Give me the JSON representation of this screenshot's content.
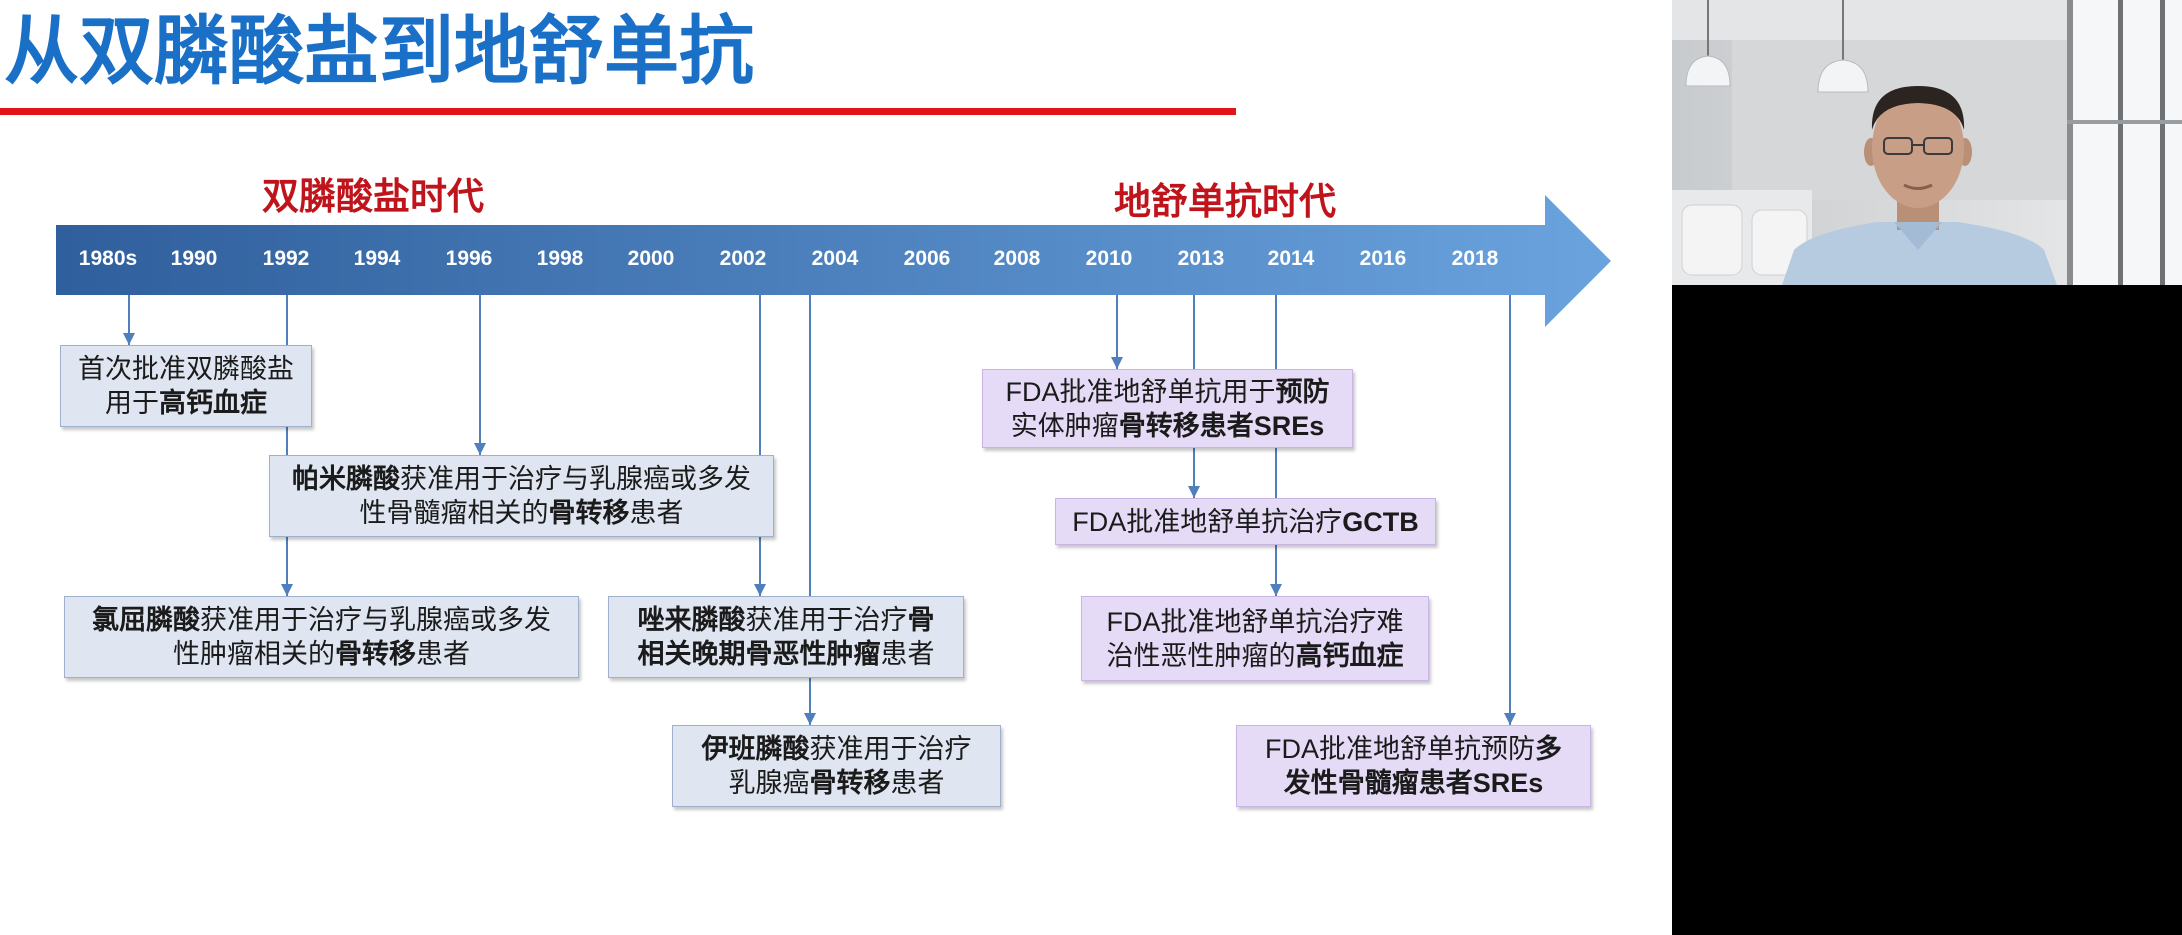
{
  "slide": {
    "title": "从双膦酸盐到地舒单抗",
    "eras": {
      "bisphosphonate": "双膦酸盐时代",
      "denosumab": "地舒单抗时代"
    },
    "years": [
      "1980s",
      "1990",
      "1992",
      "1994",
      "1996",
      "1998",
      "2000",
      "2002",
      "2004",
      "2006",
      "2008",
      "2010",
      "2013",
      "2014",
      "2016",
      "2018"
    ],
    "events": [
      {
        "lines": [
          [
            {
              "text": "首次批准双膦酸盐",
              "bold": false
            }
          ],
          [
            {
              "text": "用于",
              "bold": false
            },
            {
              "text": "高钙血症",
              "bold": true
            }
          ]
        ]
      },
      {
        "lines": [
          [
            {
              "text": "帕米膦酸",
              "bold": true
            },
            {
              "text": "获准用于治疗与乳腺癌或多发",
              "bold": false
            }
          ],
          [
            {
              "text": "性骨髓瘤相关的",
              "bold": false
            },
            {
              "text": "骨转移",
              "bold": true
            },
            {
              "text": "患者",
              "bold": false
            }
          ]
        ]
      },
      {
        "lines": [
          [
            {
              "text": "氯屈膦酸",
              "bold": true
            },
            {
              "text": "获准用于治疗与乳腺癌或多发",
              "bold": false
            }
          ],
          [
            {
              "text": "性肿瘤相关的",
              "bold": false
            },
            {
              "text": "骨转移",
              "bold": true
            },
            {
              "text": "患者",
              "bold": false
            }
          ]
        ]
      },
      {
        "lines": [
          [
            {
              "text": "唑来膦酸",
              "bold": true
            },
            {
              "text": "获准用于治疗",
              "bold": false
            },
            {
              "text": "骨",
              "bold": true
            }
          ],
          [
            {
              "text": "相关晚期骨恶性肿瘤",
              "bold": true
            },
            {
              "text": "患者",
              "bold": false
            }
          ]
        ]
      },
      {
        "lines": [
          [
            {
              "text": "伊班膦酸",
              "bold": true
            },
            {
              "text": "获准用于治疗",
              "bold": false
            }
          ],
          [
            {
              "text": "乳腺癌",
              "bold": false
            },
            {
              "text": "骨转移",
              "bold": true
            },
            {
              "text": "患者",
              "bold": false
            }
          ]
        ]
      },
      {
        "lines": [
          [
            {
              "text": "FDA批准地舒单抗用于",
              "bold": false
            },
            {
              "text": "预防",
              "bold": true
            }
          ],
          [
            {
              "text": "实体肿瘤",
              "bold": false
            },
            {
              "text": "骨转移患者SREs",
              "bold": true
            }
          ]
        ]
      },
      {
        "lines": [
          [
            {
              "text": "FDA批准地舒单抗治疗",
              "bold": false
            },
            {
              "text": "GCTB",
              "bold": true
            }
          ]
        ]
      },
      {
        "lines": [
          [
            {
              "text": "FDA批准地舒单抗治疗难",
              "bold": false
            }
          ],
          [
            {
              "text": "治性恶性肿瘤的",
              "bold": false
            },
            {
              "text": "高钙血症",
              "bold": true
            }
          ]
        ]
      },
      {
        "lines": [
          [
            {
              "text": "FDA批准地舒单抗预防",
              "bold": false
            },
            {
              "text": "多",
              "bold": true
            }
          ],
          [
            {
              "text": "发性骨髓瘤患者SREs",
              "bold": true
            }
          ]
        ]
      }
    ]
  },
  "colors": {
    "title": "#1a6fc6",
    "era_label": "#c0141c",
    "title_rule": "#e3131b",
    "timeline_start": "#2f5f9c",
    "timeline_end": "#6aa3de",
    "bisphosphonate_box": "#dfe6f1",
    "denosumab_box": "#e6dbf6",
    "connector": "#4f7fbd"
  }
}
